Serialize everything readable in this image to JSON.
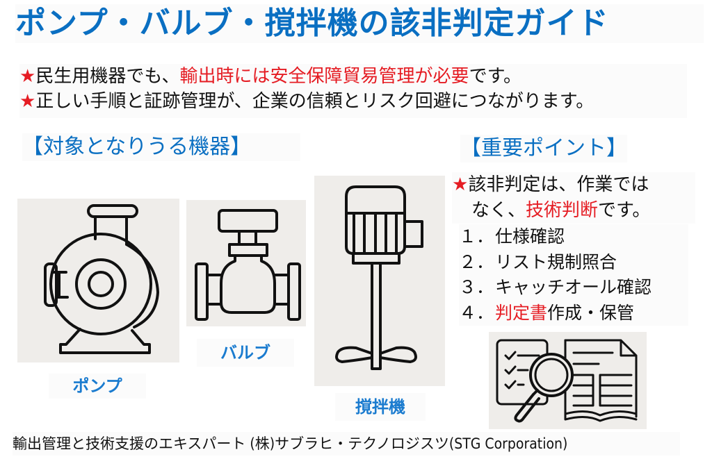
{
  "title": "ポンプ・バルブ・撹拌機の該非判定ガイド",
  "intro": {
    "line1": {
      "star": "★",
      "pre": "民生用機器でも、",
      "highlight": "輸出時には安全保障貿易管理が必要",
      "post": "です。"
    },
    "line2": {
      "star": "★",
      "text": "正しい手順と証跡管理が、企業の信頼とリスク回避につながります。"
    }
  },
  "equipment_section": {
    "heading": "【対象となりうる機器】",
    "items": [
      {
        "label": "ポンプ",
        "icon": "pump-icon"
      },
      {
        "label": "バルブ",
        "icon": "valve-icon"
      },
      {
        "label": "撹拌機",
        "icon": "mixer-icon"
      }
    ]
  },
  "points_section": {
    "heading": "【重要ポイント】",
    "point": {
      "star": "★",
      "line1": "該非判定は、作業では",
      "line2_pre": "なく、",
      "line2_highlight": "技術判断",
      "line2_post": "です。"
    },
    "steps": [
      {
        "num": "１．",
        "highlight": "",
        "text": "仕様確認"
      },
      {
        "num": "２．",
        "highlight": "",
        "text": "リスト規制照合"
      },
      {
        "num": "３．",
        "highlight": "",
        "text": "キャッチオール確認"
      },
      {
        "num": "４．",
        "highlight": "判定書",
        "text": "作成・保管"
      }
    ],
    "illustration": "document-review-icon"
  },
  "footer": "輸出管理と技術支援のエキスパート (株)サブラヒ・テクノロジスツ(STG Corporation)",
  "colors": {
    "title_blue": "#0a6fc2",
    "highlight_red": "#e51c23",
    "panel_bg": "#efedea"
  }
}
